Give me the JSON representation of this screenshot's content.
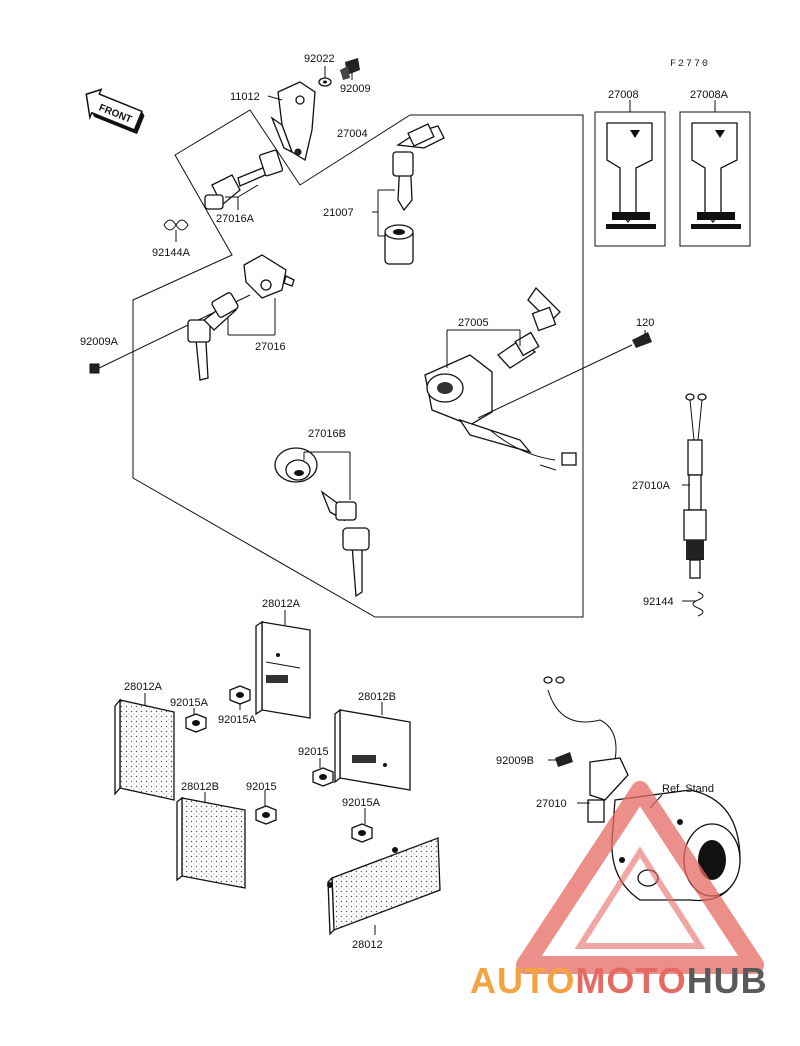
{
  "figure_code": "F2770",
  "front_label": "FRONT",
  "watermark": {
    "part1": "AUTO",
    "part2": "MOTO",
    "part3": "HUB"
  },
  "colors": {
    "watermark_orange": "#f4a340",
    "watermark_red": "#e66a64",
    "watermark_gray": "#5a5a5a"
  },
  "parts": {
    "p92022": "92022",
    "p92009": "92009",
    "p11012": "11012",
    "p27004": "27004",
    "p27008": "27008",
    "p27008A": "27008A",
    "p27016A": "27016A",
    "p21007": "21007",
    "p92144A": "92144A",
    "p92009A": "92009A",
    "p27016": "27016",
    "p27005": "27005",
    "p120": "120",
    "p27016B": "27016B",
    "p27010A": "27010A",
    "p92144": "92144",
    "p28012A_top": "28012A",
    "p28012A_left": "28012A",
    "p92015A_1": "92015A",
    "p92015A_2": "92015A",
    "p28012B_right": "28012B",
    "p92015_1": "92015",
    "p28012B_left": "28012B",
    "p92015_2": "92015",
    "p92015A_3": "92015A",
    "p28012": "28012",
    "p92009B": "92009B",
    "p27010": "27010",
    "ref_stand": "Ref. Stand"
  }
}
